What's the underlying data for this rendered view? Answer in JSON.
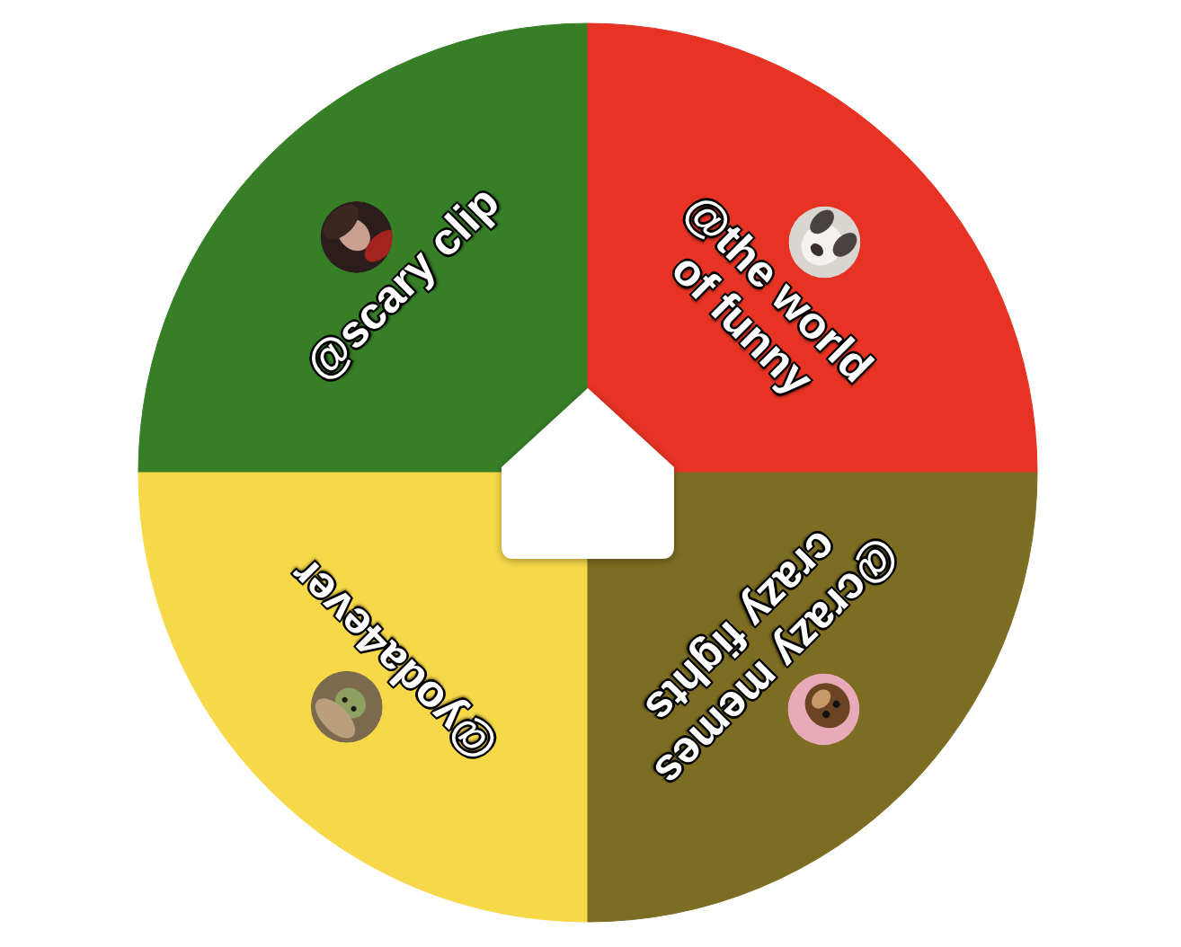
{
  "diagram": {
    "nodes": [
      {
        "text": [
          "@scary clip"
        ]
      },
      {
        "text": [
          "@the world of funny"
        ]
      },
      {
        "text": [
          "@yoda4ever"
        ]
      },
      {
        "text": [
          "@crazy memes crazy fights"
        ]
      }
    ]
  }
}
